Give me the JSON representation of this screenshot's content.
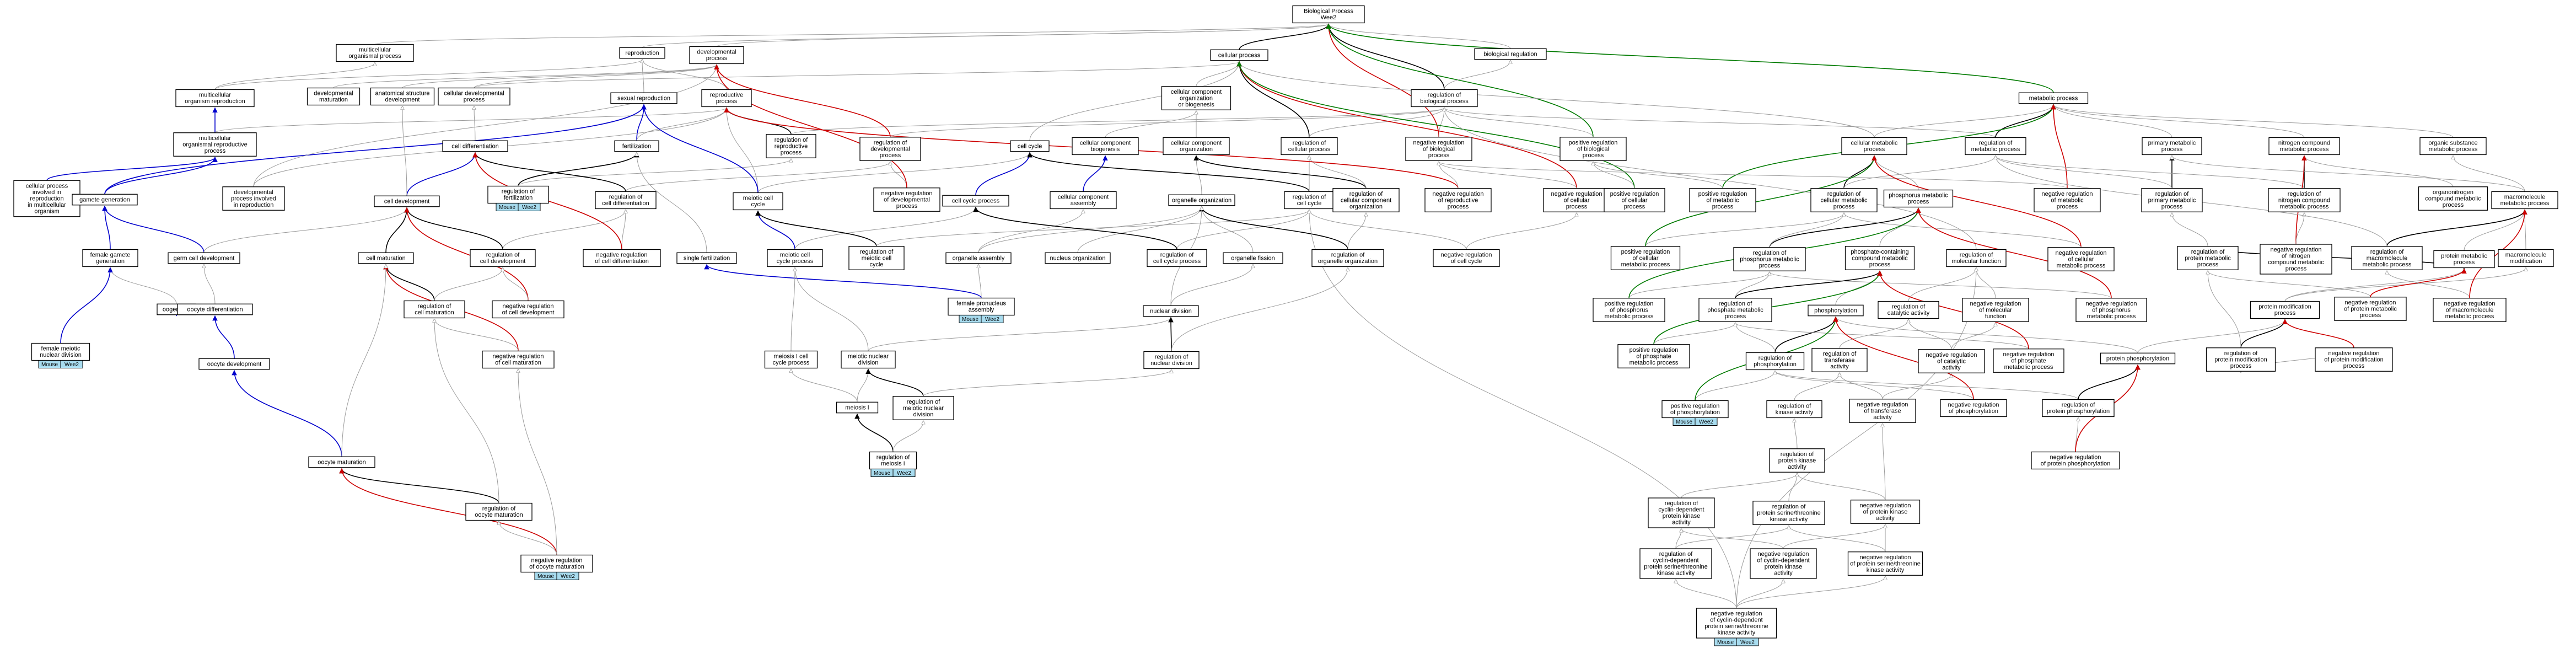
{
  "tags": [
    "Mouse",
    "Wee2"
  ],
  "colors": {
    "is_a": "#9a9a9a",
    "part_of": "#0000cc",
    "regulates": "#000000",
    "negatively_regulates": "#cc0000",
    "positively_regulates": "#007a00",
    "tag_fill": "#a8dcef"
  },
  "nodes": {
    "bp": {
      "label": "Biological Process\nWee2",
      "tagged": false
    },
    "mop": {
      "label": "multicellular\norganismal process"
    },
    "repro": {
      "label": "reproduction"
    },
    "devp": {
      "label": "developmental\nprocess"
    },
    "cp": {
      "label": "cellular process"
    },
    "bioreg": {
      "label": "biological regulation"
    },
    "mor": {
      "label": "multicellular\norganism reproduction"
    },
    "devmat": {
      "label": "developmental\nmaturation"
    },
    "asd": {
      "label": "anatomical structure\ndevelopment"
    },
    "cdp": {
      "label": "cellular developmental\nprocess"
    },
    "sexrep": {
      "label": "sexual reproduction"
    },
    "reprop": {
      "label": "reproductive\nprocess"
    },
    "ccob": {
      "label": "cellular component\norganization\nor biogenesis"
    },
    "rbp": {
      "label": "regulation of\nbiological process"
    },
    "metp": {
      "label": "metabolic process"
    },
    "morp": {
      "label": "multicellular\norganismal reproductive\nprocess"
    },
    "celldiff": {
      "label": "cell differentiation"
    },
    "fert": {
      "label": "fertilization"
    },
    "rrp": {
      "label": "regulation of\nreproductive\nprocess"
    },
    "rdp": {
      "label": "regulation of\ndevelopmental\nprocess"
    },
    "cellcycle": {
      "label": "cell cycle"
    },
    "ccb": {
      "label": "cellular component\nbiogenesis"
    },
    "cco": {
      "label": "cellular component\norganization"
    },
    "rcp": {
      "label": "regulation of\ncellular process"
    },
    "nrbp": {
      "label": "negative regulation\nof biological\nprocess"
    },
    "prbp": {
      "label": "positive regulation\nof biological\nprocess"
    },
    "cmp": {
      "label": "cellular metabolic\nprocess"
    },
    "rmp": {
      "label": "regulation of\nmetabolic process"
    },
    "pmp": {
      "label": "primary metabolic\nprocess"
    },
    "ncmp": {
      "label": "nitrogen compound\nmetabolic process"
    },
    "osmp": {
      "label": "organic substance\nmetabolic process"
    },
    "cpirmo": {
      "label": "cellular process\ninvolved in\nreproduction\nin multicellular\norganism"
    },
    "gamgen": {
      "label": "gamete generation"
    },
    "dpir": {
      "label": "developmental\nprocess involved\nin reproduction"
    },
    "celldev": {
      "label": "cell development"
    },
    "rfert": {
      "label": "regulation of\nfertilization",
      "tagged": true
    },
    "rcd": {
      "label": "regulation of\ncell differentiation"
    },
    "mcc": {
      "label": "meiotic cell\ncycle"
    },
    "nrdp": {
      "label": "negative regulation\nof developmental\nprocess"
    },
    "ccp": {
      "label": "cell cycle process"
    },
    "cca": {
      "label": "cellular component\nassembly"
    },
    "oo": {
      "label": "organelle organization"
    },
    "rcc": {
      "label": "regulation of\ncell cycle"
    },
    "rcco": {
      "label": "regulation of\ncellular component\norganization"
    },
    "nrrp": {
      "label": "negative regulation\nof reproductive\nprocess"
    },
    "nrcp": {
      "label": "negative regulation\nof cellular\nprocess"
    },
    "prcp": {
      "label": "positive regulation\nof cellular\nprocess"
    },
    "prmp": {
      "label": "positive regulation\nof metabolic\nprocess"
    },
    "rcmp": {
      "label": "regulation of\ncellular metabolic\nprocess"
    },
    "phmp": {
      "label": "phosphorus metabolic\nprocess"
    },
    "nrmp": {
      "label": "negative regulation\nof metabolic\nprocess"
    },
    "rpmp": {
      "label": "regulation of\nprimary metabolic\nprocess"
    },
    "rncmp": {
      "label": "regulation of\nnitrogen compound\nmetabolic process"
    },
    "onmp": {
      "label": "organonitrogen\ncompound metabolic\nprocess"
    },
    "mmp": {
      "label": "macromolecule\nmetabolic process"
    },
    "fgg": {
      "label": "female gamete\ngeneration"
    },
    "gcd": {
      "label": "germ cell development"
    },
    "cellmat": {
      "label": "cell maturation"
    },
    "rcdev": {
      "label": "regulation of\ncell development"
    },
    "mccp": {
      "label": "meiotic cell\ncycle process"
    },
    "rmcc": {
      "label": "regulation of\nmeiotic cell\ncycle"
    },
    "nrcd": {
      "label": "negative regulation\nof cell differentiation"
    },
    "sfert": {
      "label": "single fertilization"
    },
    "oa": {
      "label": "organelle assembly"
    },
    "nucorg": {
      "label": "nucleus organization"
    },
    "rccp": {
      "label": "regulation of\ncell cycle process"
    },
    "of": {
      "label": "organelle fission"
    },
    "roo": {
      "label": "regulation of\norganelle organization"
    },
    "nrcc": {
      "label": "negative regulation\nof cell cycle"
    },
    "prcmp": {
      "label": "positive regulation\nof cellular\nmetabolic process"
    },
    "rphmp": {
      "label": "regulation of\nphosphorus metabolic\nprocess"
    },
    "pccmp": {
      "label": "phosphate-containing\ncompound metabolic\nprocess"
    },
    "rmf": {
      "label": "regulation of\nmolecular function"
    },
    "nrcmp": {
      "label": "negative regulation\nof cellular\nmetabolic process"
    },
    "rpmp2": {
      "label": "regulation of\nprotein metabolic\nprocess"
    },
    "nrncmp": {
      "label": "negative regulation\nof nitrogen\ncompound metabolic\nprocess"
    },
    "rmmp": {
      "label": "regulation of\nmacromolecule\nmetabolic process"
    },
    "protmp": {
      "label": "protein metabolic\nprocess"
    },
    "mmod": {
      "label": "macromolecule\nmodification"
    },
    "oogen": {
      "label": "oogenesis"
    },
    "odiff": {
      "label": "oocyte differentiation"
    },
    "rcellmat": {
      "label": "regulation of\ncell maturation"
    },
    "nrcdev": {
      "label": "negative regulation\nof cell development"
    },
    "fpa": {
      "label": "female pronucleus\nassembly",
      "tagged": true
    },
    "nucdiv": {
      "label": "nuclear division"
    },
    "prphmp": {
      "label": "positive regulation\nof phosphorus\nmetabolic process"
    },
    "rpcmp": {
      "label": "regulation of\nphosphate metabolic\nprocess"
    },
    "phos": {
      "label": "phosphorylation"
    },
    "rcact": {
      "label": "regulation of\ncatalytic activity"
    },
    "nrmf": {
      "label": "negative regulation\nof molecular\nfunction"
    },
    "nrphmp": {
      "label": "negative regulation\nof phosphorus\nmetabolic process"
    },
    "protmod": {
      "label": "protein modification\nprocess"
    },
    "nrpmp": {
      "label": "negative regulation\nof protein metabolic\nprocess"
    },
    "nrmmp": {
      "label": "negative regulation\nof macromolecule\nmetabolic process"
    },
    "fmnd": {
      "label": "female meiotic\nnuclear division",
      "tagged": true
    },
    "odev": {
      "label": "oocyte development"
    },
    "nrcellmat": {
      "label": "negative regulation\nof cell maturation"
    },
    "mi1cc": {
      "label": "meiosis I cell\ncycle process"
    },
    "mnd": {
      "label": "meiotic nuclear\ndivision"
    },
    "rnd": {
      "label": "regulation of\nnuclear division"
    },
    "prpcmp": {
      "label": "positive regulation\nof phosphate\nmetabolic process"
    },
    "rphos": {
      "label": "regulation of\nphosphorylation"
    },
    "rtrans": {
      "label": "regulation of\ntransferase\nactivity"
    },
    "nrcact": {
      "label": "negative regulation\nof catalytic\nactivity"
    },
    "nrpcmp": {
      "label": "negative regulation\nof phosphate\nmetabolic process"
    },
    "protphos": {
      "label": "protein phosphorylation"
    },
    "rpmod": {
      "label": "regulation of\nprotein modification\nprocess"
    },
    "nrpmod": {
      "label": "negative regulation\nof protein modification\nprocess"
    },
    "meiosis1": {
      "label": "meiosis I"
    },
    "rmnd": {
      "label": "regulation of\nmeiotic nuclear\ndivision"
    },
    "prphos": {
      "label": "positive regulation\nof phosphorylation",
      "tagged": true
    },
    "rkin": {
      "label": "regulation of\nkinase activity"
    },
    "ntrans": {
      "label": "negative regulation\nof transferase\nactivity"
    },
    "nrphos": {
      "label": "negative regulation\nof phosphorylation"
    },
    "rpphos": {
      "label": "regulation of\nprotein phosphorylation"
    },
    "omat": {
      "label": "oocyte maturation"
    },
    "rmeiosis1": {
      "label": "regulation of\nmeiosis I",
      "tagged": true
    },
    "rpk": {
      "label": "regulation of\nprotein kinase\nactivity"
    },
    "nrpphos": {
      "label": "negative regulation\nof protein phosphorylation"
    },
    "romat": {
      "label": "regulation of\noocyte maturation"
    },
    "rcdk": {
      "label": "regulation of\ncyclin-dependent\nprotein kinase\nactivity"
    },
    "rpstk": {
      "label": "regulation of\nprotein serine/threonine\nkinase activity"
    },
    "nrpk": {
      "label": "negative regulation\nof protein kinase\nactivity"
    },
    "nromat": {
      "label": "negative regulation\nof oocyte maturation",
      "tagged": true
    },
    "rcdpstk": {
      "label": "regulation of\ncyclin-dependent\nprotein serine/threonine\nkinase activity"
    },
    "nrcdk": {
      "label": "negative regulation\nof cyclin-dependent\nprotein kinase\nactivity"
    },
    "nrpstk": {
      "label": "negative regulation\nof protein serine/threonine\nkinase activity"
    },
    "nrcdpstk": {
      "label": "negative regulation\nof cyclin-dependent\nprotein serine/threonine\nkinase activity",
      "tagged": true
    }
  }
}
